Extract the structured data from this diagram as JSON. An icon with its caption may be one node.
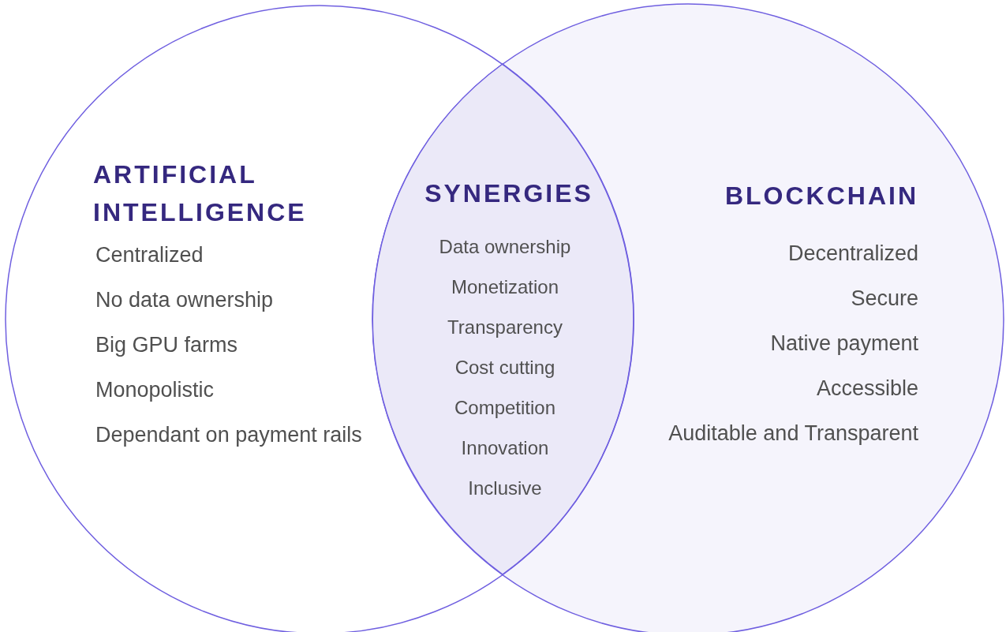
{
  "diagram": {
    "nodes": [
      {
        "text": [
          "ARTIFICIAL INTELLIGENCE",
          "Centralized",
          "No data ownership",
          "Big GPU farms",
          "Monopolistic",
          "Dependant on payment rails"
        ]
      },
      {
        "text": [
          "BLOCKCHAIN",
          "Decentralized",
          "Secure",
          "Native payment",
          "Accessible",
          "Auditable and Transparent"
        ]
      },
      {
        "text": [
          "SYNERGIES",
          "Data ownership",
          "Monetization",
          "Transparency",
          "Cost cutting",
          "Competition",
          "Innovation",
          "Inclusive"
        ]
      }
    ]
  }
}
